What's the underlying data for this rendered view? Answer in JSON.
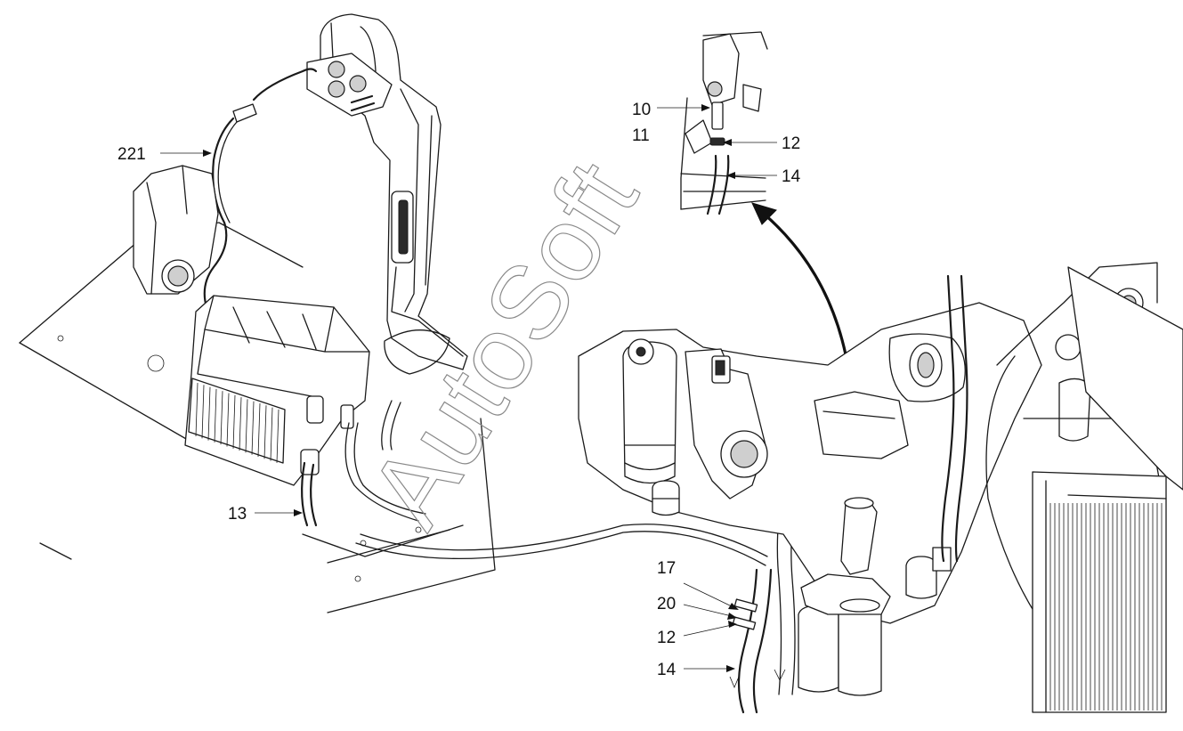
{
  "watermark": "AutoSoft",
  "callouts": [
    {
      "id": "c221",
      "text": "221"
    },
    {
      "id": "c10",
      "text": "10"
    },
    {
      "id": "c11",
      "text": "11"
    },
    {
      "id": "c12a",
      "text": "12"
    },
    {
      "id": "c14a",
      "text": "14"
    },
    {
      "id": "c13",
      "text": "13"
    },
    {
      "id": "c17",
      "text": "17"
    },
    {
      "id": "c20",
      "text": "20"
    },
    {
      "id": "c12b",
      "text": "12"
    },
    {
      "id": "c14b",
      "text": "14"
    }
  ]
}
